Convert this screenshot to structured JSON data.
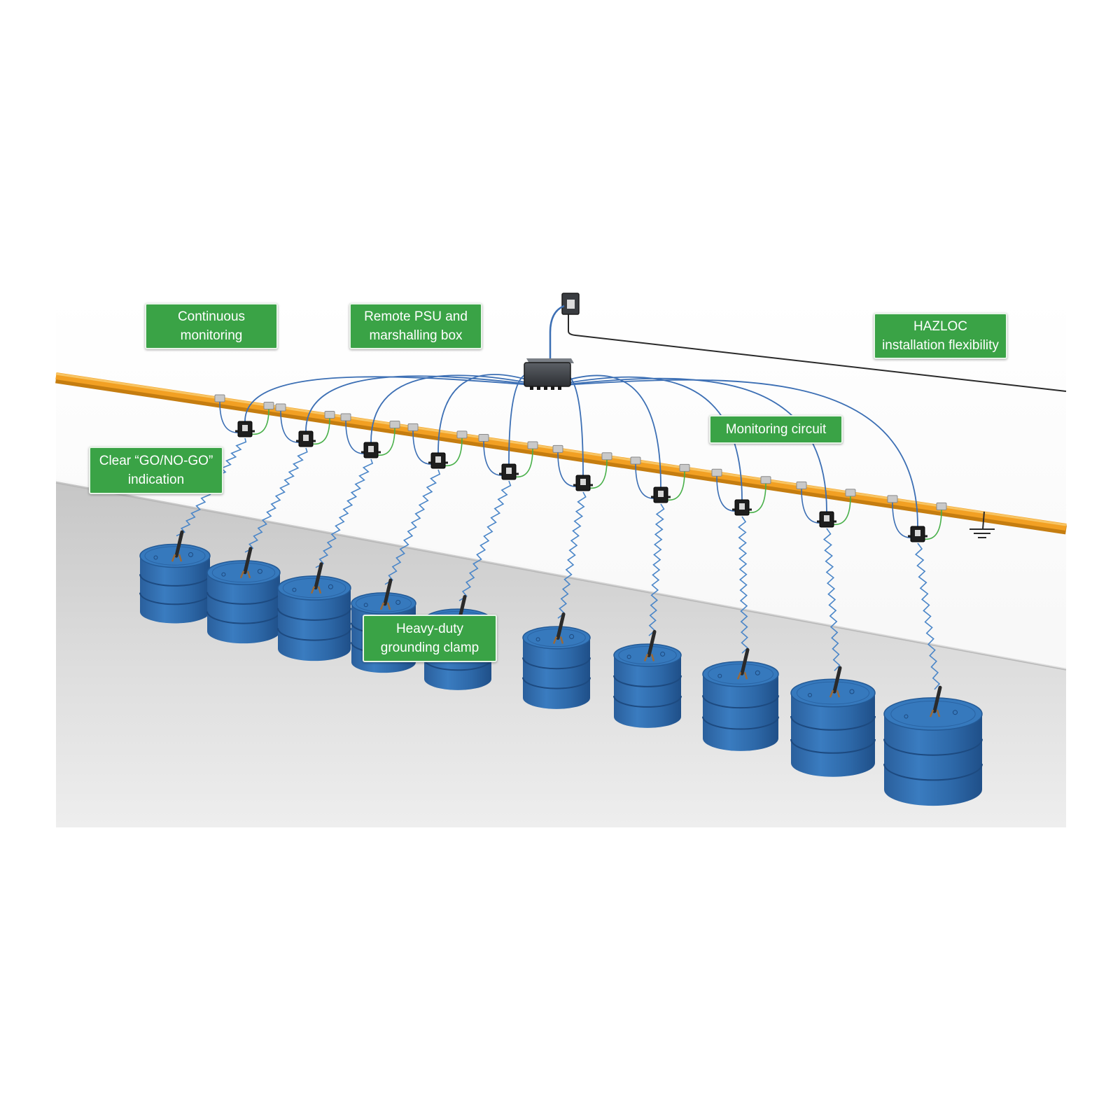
{
  "callouts": {
    "continuous": {
      "line1": "Continuous",
      "line2": "monitoring"
    },
    "psu": {
      "line1": "Remote PSU and",
      "line2": "marshalling box"
    },
    "hazloc": {
      "line1": "HAZLOC",
      "line2": "installation flexibility"
    },
    "circuit": {
      "line1": "Monitoring circuit"
    },
    "gonogo": {
      "line1": "Clear “GO/NO-GO”",
      "line2": "indication"
    },
    "clamp": {
      "line1": "Heavy-duty",
      "line2": "grounding clamp"
    }
  },
  "colors": {
    "callout_green": "#3aa346",
    "bus_bar": "#f2a023",
    "drum_blue": "#2f6fb0",
    "cable_blue": "#3c6fb4",
    "cable_green": "#49b04a",
    "monitor_unit": "#1e1e1e",
    "floor_gray": "#d4d4d4"
  },
  "icons": [
    "ground-symbol-icon",
    "power-supply-icon",
    "marshalling-box-icon",
    "monitor-unit-icon",
    "grounding-clamp-icon",
    "drum-icon"
  ]
}
